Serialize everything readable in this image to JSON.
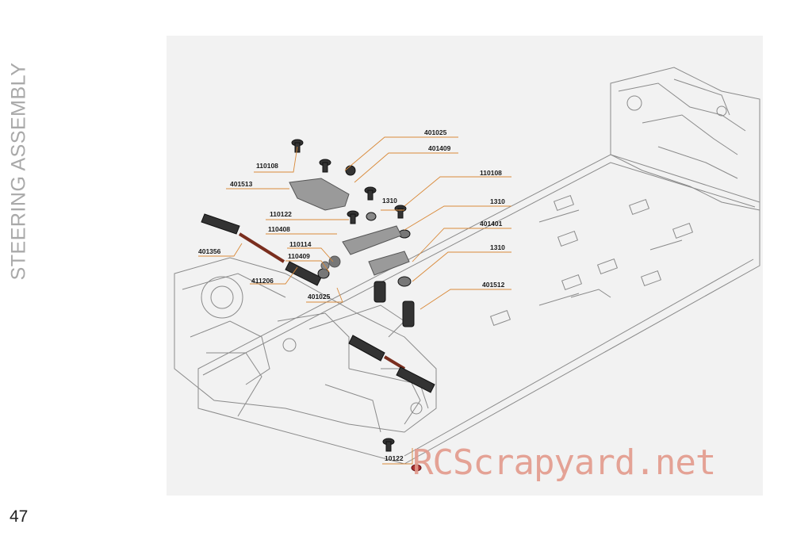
{
  "page": {
    "side_title": "STEERING ASSEMBLY",
    "page_number": "47",
    "watermark": "RCScrapyard.net"
  },
  "parts": [
    "401025",
    "401409",
    "110108",
    "401513",
    "110108",
    "1310",
    "110122",
    "1310",
    "110408",
    "401401",
    "110114",
    "401356",
    "110409",
    "1310",
    "411206",
    "401512",
    "401025",
    "10122"
  ],
  "colors": {
    "leader_line": "#d98a3a",
    "watermark": "#e39a8c",
    "side_title": "#a9a9a9"
  }
}
